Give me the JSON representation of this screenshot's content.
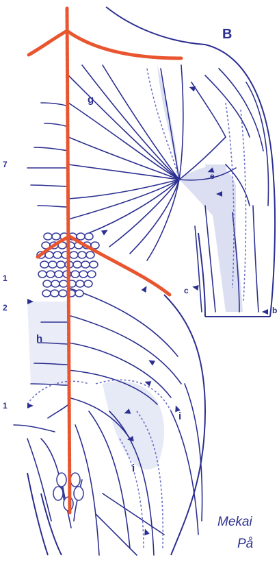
{
  "figure": {
    "panel_letter": "B",
    "region_labels": [
      "g",
      "h",
      "i",
      "i",
      "e",
      "c",
      "b"
    ],
    "marker_labels": [
      "7",
      "1",
      "2",
      "1"
    ],
    "caption_lines": [
      "Mekai",
      "På"
    ]
  },
  "colors": {
    "lymph_line": "#2b2f8f",
    "line_light": "#6a70c8",
    "shade": "#dcdff2",
    "midline": "#e8552f",
    "node": "#3a3f9e"
  }
}
